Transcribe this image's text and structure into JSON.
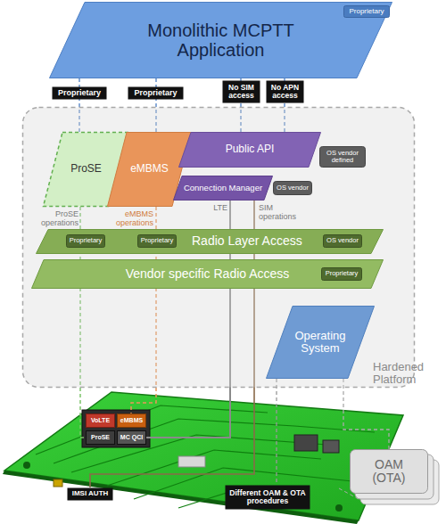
{
  "diagram": {
    "nodes": [
      {
        "text": [
          "Monolithic MCPTT Application"
        ]
      },
      {
        "text": [
          "Proprietary"
        ],
        "in": 0
      },
      {
        "text": [
          "Proprietary"
        ]
      },
      {
        "text": [
          "Proprietary"
        ]
      },
      {
        "text": [
          "No SIM access"
        ]
      },
      {
        "text": [
          "No APN access"
        ]
      },
      {
        "text": [
          "Hardened Platform"
        ]
      },
      {
        "text": [
          "ProSE"
        ],
        "in": 6
      },
      {
        "text": [
          "eMBMS"
        ],
        "in": 6
      },
      {
        "text": [
          "Public API"
        ],
        "in": 6
      },
      {
        "text": [
          "OS vendor defined"
        ],
        "in": 9
      },
      {
        "text": [
          "Connection Manager"
        ],
        "in": 6
      },
      {
        "text": [
          "OS vendor"
        ],
        "in": 11
      },
      {
        "text": [
          "Radio Layer Access"
        ],
        "in": 6
      },
      {
        "text": [
          "Proprietary"
        ],
        "in": 13
      },
      {
        "text": [
          "Proprietary"
        ],
        "in": 13
      },
      {
        "text": [
          "OS vendor"
        ],
        "in": 13
      },
      {
        "text": [
          "Vendor specific Radio Access"
        ],
        "in": 6
      },
      {
        "text": [
          "Proprietary"
        ],
        "in": 17
      },
      {
        "text": [
          "Operating System"
        ],
        "in": 6
      },
      {
        "text": [
          "VoLTE"
        ]
      },
      {
        "text": [
          "eMBMS"
        ]
      },
      {
        "text": [
          "ProSE"
        ]
      },
      {
        "text": [
          "MC QCI"
        ]
      },
      {
        "text": [
          "IMSI AUTH"
        ]
      },
      {
        "text": [
          "Different OAM & OTA procedures"
        ]
      },
      {
        "text": [
          "OAM (OTA)"
        ]
      }
    ],
    "edges": [
      {
        "from": 0,
        "to": 7,
        "arrow": "none"
      },
      {
        "from": 0,
        "to": 8,
        "arrow": "none"
      },
      {
        "from": 0,
        "to": 9,
        "arrow": "none"
      },
      {
        "from": 0,
        "to": 9,
        "arrow": "none"
      },
      {
        "from": 7,
        "to": 22,
        "arrow": "none"
      },
      {
        "from": 8,
        "to": 21,
        "arrow": "none"
      },
      {
        "from": 11,
        "to": 23,
        "arrow": "none"
      },
      {
        "from": 11,
        "to": 24,
        "arrow": "none"
      },
      {
        "from": 19,
        "to": 25,
        "arrow": "none"
      },
      {
        "from": 19,
        "to": 26,
        "arrow": "none"
      }
    ],
    "labels": [
      "ProSE operations",
      "eMBMS operations",
      "LTE",
      "SIM operations"
    ]
  }
}
